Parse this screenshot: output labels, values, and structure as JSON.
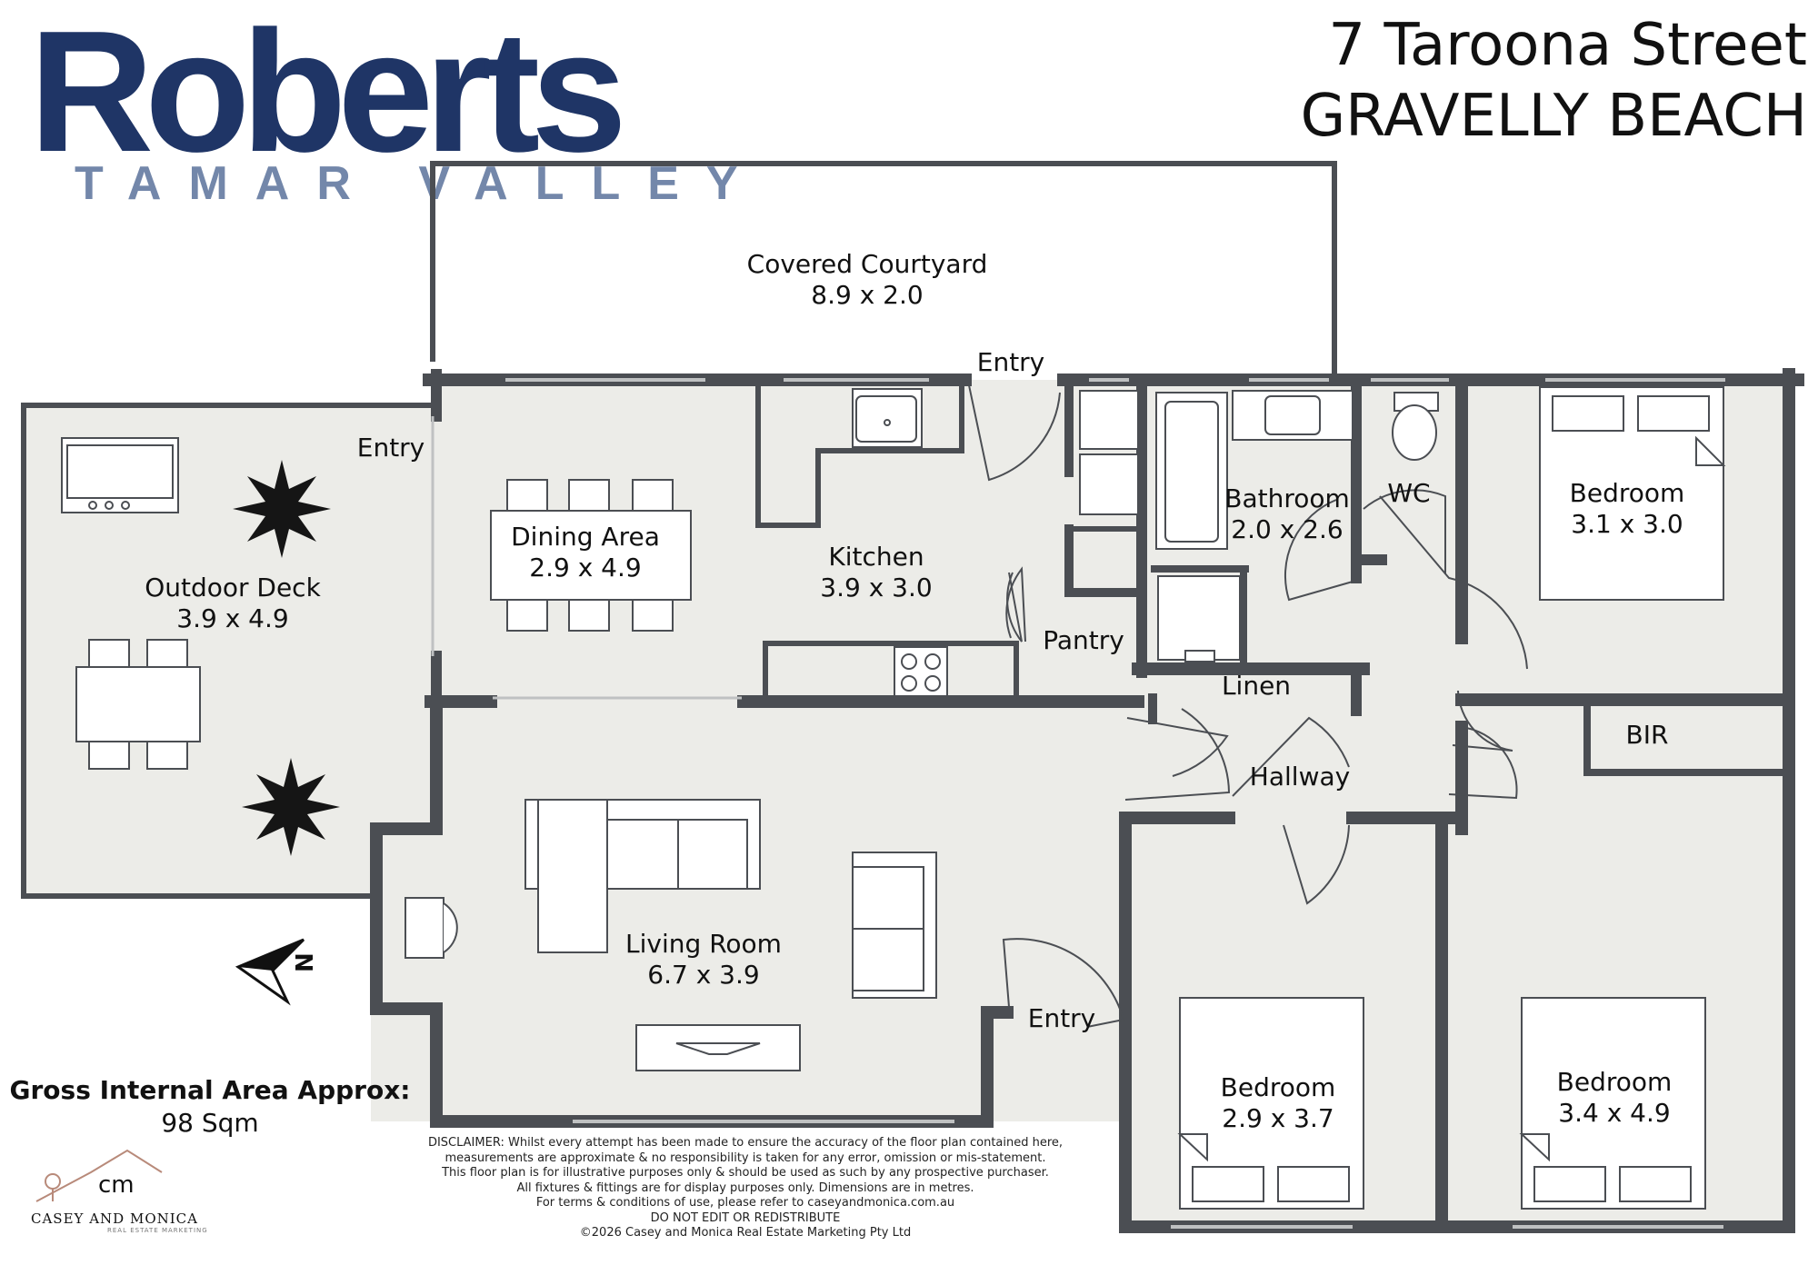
{
  "brand": {
    "name": "Roberts",
    "sub": "TAMAR VALLEY"
  },
  "address": {
    "line1": "7 Taroona Street",
    "line2": "GRAVELLY BEACH"
  },
  "rooms": {
    "covered_courtyard": {
      "name": "Covered Courtyard",
      "dims": "8.9 x 2.0"
    },
    "outdoor_deck": {
      "name": "Outdoor Deck",
      "dims": "3.9 x 4.9"
    },
    "dining_area": {
      "name": "Dining Area",
      "dims": "2.9 x 4.9"
    },
    "kitchen": {
      "name": "Kitchen",
      "dims": "3.9 x 3.0"
    },
    "bathroom": {
      "name": "Bathroom",
      "dims": "2.0 x 2.6"
    },
    "wc": {
      "name": "WC"
    },
    "bedroom_1": {
      "name": "Bedroom",
      "dims": "3.1 x 3.0"
    },
    "bir": {
      "name": "BIR"
    },
    "pantry": {
      "name": "Pantry"
    },
    "linen": {
      "name": "Linen"
    },
    "hallway": {
      "name": "Hallway"
    },
    "living_room": {
      "name": "Living Room",
      "dims": "6.7 x 3.9"
    },
    "bedroom_2": {
      "name": "Bedroom",
      "dims": "2.9 x 3.7"
    },
    "bedroom_3": {
      "name": "Bedroom",
      "dims": "3.4 x 4.9"
    }
  },
  "entries": {
    "deck": "Entry",
    "courtyard": "Entry",
    "living": "Entry"
  },
  "compass": {
    "letter": "N"
  },
  "area": {
    "label": "Gross Internal Area Approx:",
    "value": "98 Sqm"
  },
  "disclaimer": [
    "DISCLAIMER: Whilst every attempt has been made to ensure the accuracy of the floor plan contained here,",
    "measurements are approximate & no responsibility is taken for any error, omission or mis-statement.",
    "This floor plan is for illustrative purposes only & should be used as such by any prospective purchaser.",
    "All fixtures & fittings are for display purposes only. Dimensions are in metres.",
    "For terms & conditions of use, please refer to caseyandmonica.com.au",
    "DO NOT EDIT OR REDISTRIBUTE",
    "©2026 Casey and Monica Real Estate Marketing Pty Ltd"
  ],
  "marketer": {
    "name": "CASEY AND MONICA",
    "tagline": "REAL ESTATE MARKETING",
    "monogram": "cm"
  },
  "colors": {
    "brand": "#1f3566",
    "brand_sub": "#7387aa",
    "wall": "#4b4e53",
    "floor": "#ecece8"
  }
}
